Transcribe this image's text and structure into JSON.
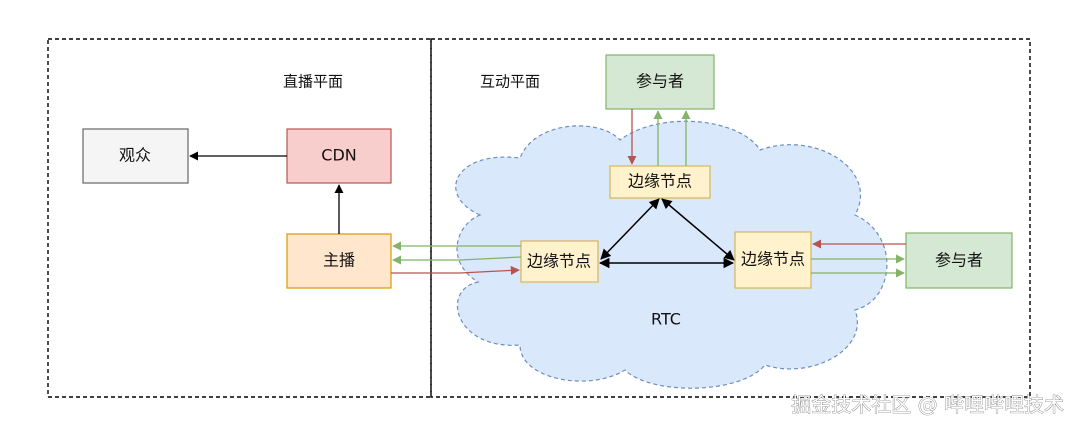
{
  "planes": {
    "live": "直播平面",
    "interactive": "互动平面"
  },
  "nodes": {
    "audience": "观众",
    "cdn": "CDN",
    "host": "主播",
    "participant_top": "参与者",
    "participant_right": "参与者",
    "edge_top": "边缘节点",
    "edge_left": "边缘节点",
    "edge_right": "边缘节点",
    "rtc": "RTC"
  },
  "watermark": "掘金技术社区 @ 哔哩哔哩技术",
  "colors": {
    "audience_fill": "#f5f5f5",
    "audience_stroke": "#666666",
    "cdn_fill": "#f8cecc",
    "cdn_stroke": "#b85450",
    "host_fill": "#ffe6cc",
    "host_stroke": "#d79b00",
    "participant_fill": "#d5e8d4",
    "participant_stroke": "#82b366",
    "edge_fill": "#fff2cc",
    "edge_stroke": "#d6b656",
    "cloud_fill": "#dae8fc",
    "cloud_stroke": "#6c8ebf",
    "arrow_black": "#000000",
    "arrow_red": "#b85450",
    "arrow_green": "#82b366"
  }
}
